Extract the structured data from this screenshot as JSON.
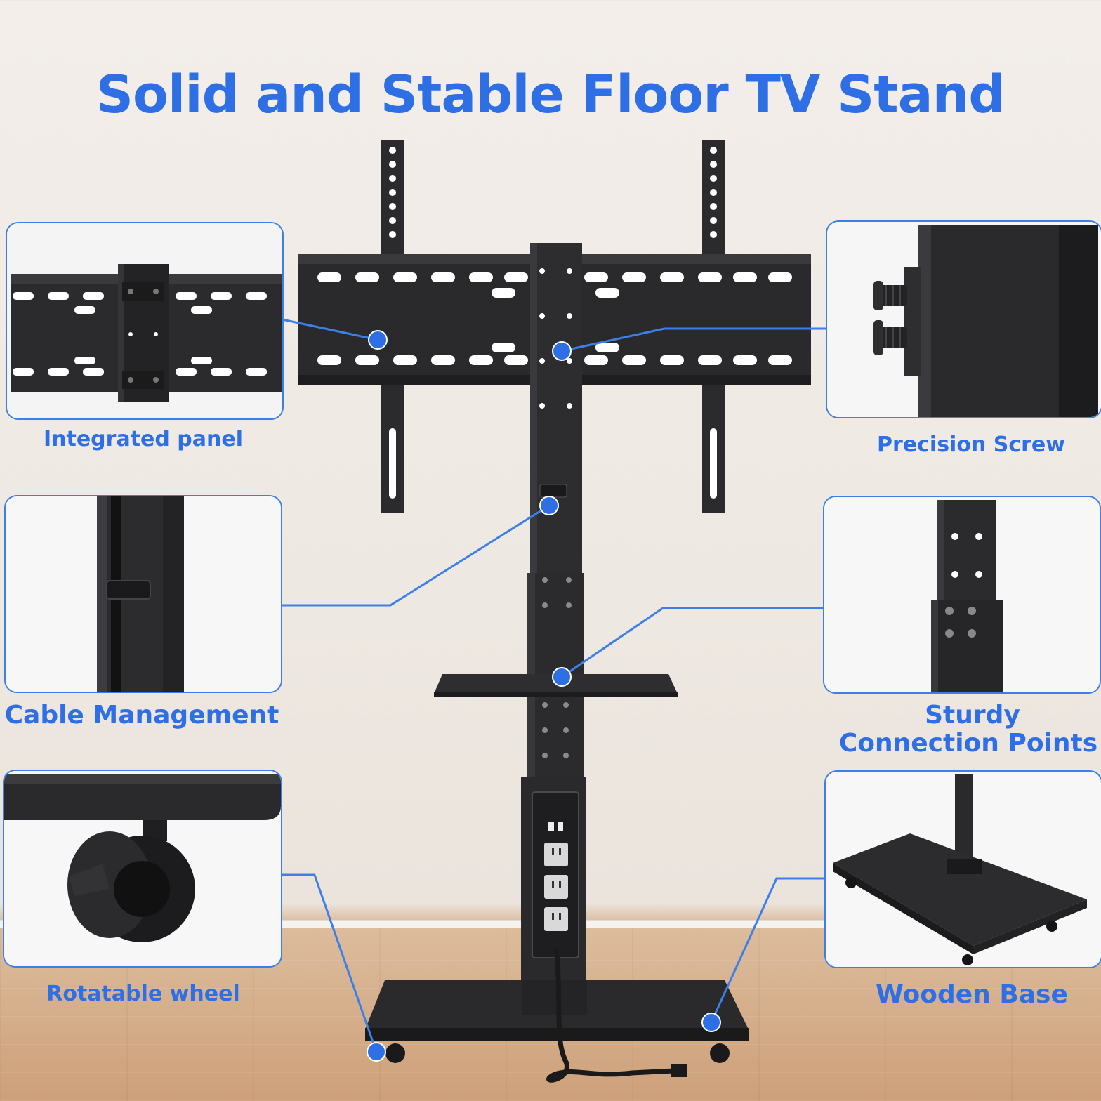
{
  "title": "Solid and Stable Floor TV Stand",
  "accent_color": "#2f6fe6",
  "features": {
    "integrated_panel": "Integrated panel",
    "precision_screw": "Precision Screw",
    "cable_management": "Cable Management",
    "sturdy_connection_line1": "Sturdy",
    "sturdy_connection_line2": "Connection Points",
    "rotatable_wheel": "Rotatable wheel",
    "wooden_base": "Wooden Base"
  }
}
